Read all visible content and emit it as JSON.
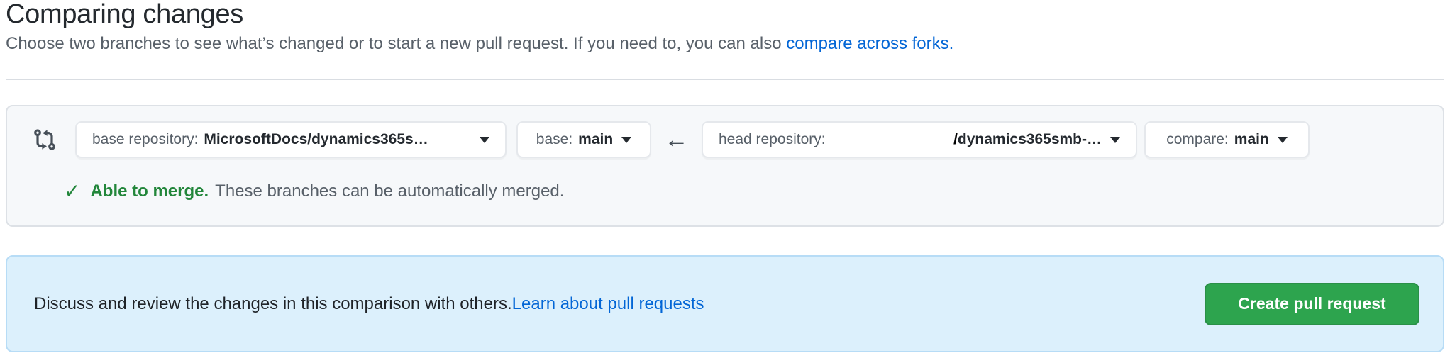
{
  "header": {
    "title": "Comparing changes",
    "subtitle": "Choose two branches to see what’s changed or to start a new pull request. If you need to, you can also",
    "subtitle_link": "compare across forks."
  },
  "compare_bar": {
    "icon": "git-compare-icon",
    "base_repository": {
      "label": "base repository:",
      "value": "MicrosoftDocs/dynamics365s…"
    },
    "base_branch": {
      "label": "base:",
      "value": "main"
    },
    "arrow": "←",
    "head_repository": {
      "label": "head repository:",
      "slash": "/",
      "value": "dynamics365smb-…"
    },
    "compare_branch": {
      "label": "compare:",
      "value": "main"
    },
    "merge_status": {
      "check": "✓",
      "title": "Able to merge.",
      "description": "These branches can be automatically merged."
    }
  },
  "banner": {
    "message": "Discuss and review the changes in this comparison with others.",
    "link": "Learn about pull requests",
    "create_button": "Create pull request"
  },
  "colors": {
    "button_green": "#2da44e",
    "merge_green": "#22863a",
    "link_blue": "#0366d6",
    "card_bg": "#f6f8fa",
    "banner_bg": "#dcf0fc",
    "banner_border": "#b7dcf6"
  }
}
